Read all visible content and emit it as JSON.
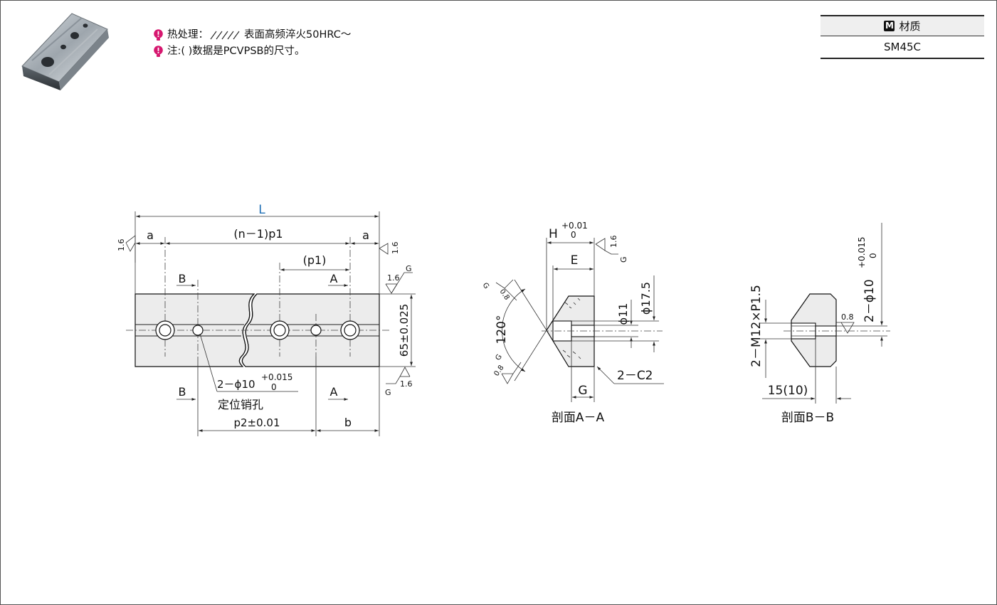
{
  "notes": {
    "heat_label": "热处理：",
    "heat_suffix": "表面高频淬火50HRC～",
    "note_label": "注:(  )数据是PCVPSB的尺寸。"
  },
  "material_table": {
    "header": "材质",
    "badge": "M",
    "value": "SM45C"
  },
  "front_view": {
    "L": "L",
    "a_left": "a",
    "n1p1": "(n－1)p1",
    "a_right": "a",
    "p1": "(p1)",
    "B_top": "B",
    "A_top": "A",
    "B_bottom": "B",
    "A_bottom": "A",
    "height_dim": "65±0.025",
    "hole_dim": "2－ϕ10",
    "hole_tol_upper": "+0.015",
    "hole_tol_lower": "0",
    "pin_label": "定位销孔",
    "p2": "p2±0.01",
    "b": "b",
    "rough_left": "1.6",
    "rough_top_right": "1.6",
    "rough_mid_right": "1.6",
    "rough_mid_g": "G",
    "rough_bottom_right": "1.6",
    "rough_bottom_g": "G"
  },
  "section_aa": {
    "H": "H",
    "H_tol_upper": "+0.01",
    "H_tol_lower": "0",
    "E": "E",
    "d11": "ϕ11",
    "d175": "ϕ17.5",
    "angle": "120°",
    "chamfer": "2－C2",
    "G_dim": "G",
    "caption": "剖面A－A",
    "rough_top": "1.6",
    "rough_top_g": "G",
    "rough_a1": "0.8",
    "rough_a1_g": "G",
    "rough_a2": "0.8",
    "rough_a2_g": "G"
  },
  "section_bb": {
    "thread": "2－M12×P1.5",
    "hole": "2－ϕ10",
    "hole_tol_upper": "+0.015",
    "hole_tol_lower": "0",
    "depth": "15(10)",
    "rough": "0.8",
    "caption": "剖面B－B"
  }
}
